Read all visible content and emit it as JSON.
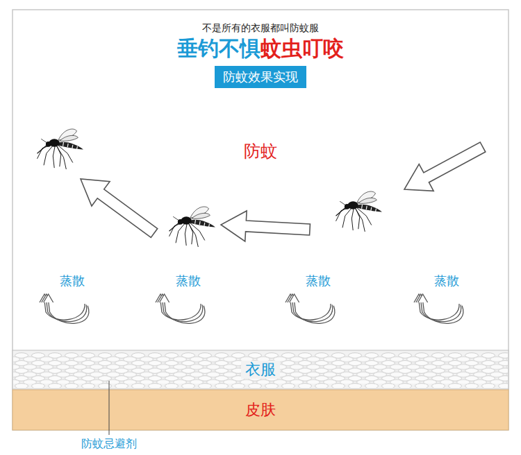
{
  "diagram": {
    "nodes": [
      {
        "text": [
          "防蚊效果实现"
        ]
      },
      {
        "text": [
          "衣服"
        ]
      },
      {
        "text": [
          "皮肤"
        ]
      }
    ],
    "labels": [
      "不是所有的衣服都叫防蚊服",
      "垂钓不惧",
      "蚊虫叮咬",
      "防蚊",
      "蒸散",
      "蒸散",
      "蒸散",
      "蒸散",
      "防蚊忌避剂"
    ]
  }
}
